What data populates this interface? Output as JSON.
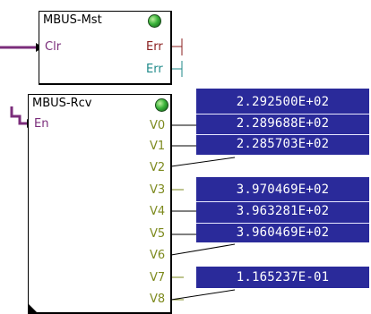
{
  "blocks": {
    "mst": {
      "title": "MBUS-Mst",
      "inputs": [
        "Clr"
      ],
      "outputs": [
        "Err",
        "Err"
      ],
      "led_color": "#3cb43c"
    },
    "rcv": {
      "title": "MBUS-Rcv",
      "inputs": [
        "En"
      ],
      "outputs": [
        "V0",
        "V1",
        "V2",
        "V3",
        "V4",
        "V5",
        "V6",
        "V7",
        "V8"
      ],
      "led_color": "#3cb43c"
    }
  },
  "displays": {
    "group1": [
      "2.292500E+02",
      "2.289688E+02",
      "2.285703E+02"
    ],
    "group2": [
      "3.970469E+02",
      "3.963281E+02",
      "3.960469E+02"
    ],
    "group3": [
      "1.165237E-01"
    ]
  },
  "colors": {
    "display_bg": "#2a2a9a",
    "display_text": "#ffffff",
    "signal_purple": "#7b2d7b",
    "port_olive": "#7d8a1e",
    "port_red": "#8b2020",
    "port_teal": "#1f8a8a"
  }
}
